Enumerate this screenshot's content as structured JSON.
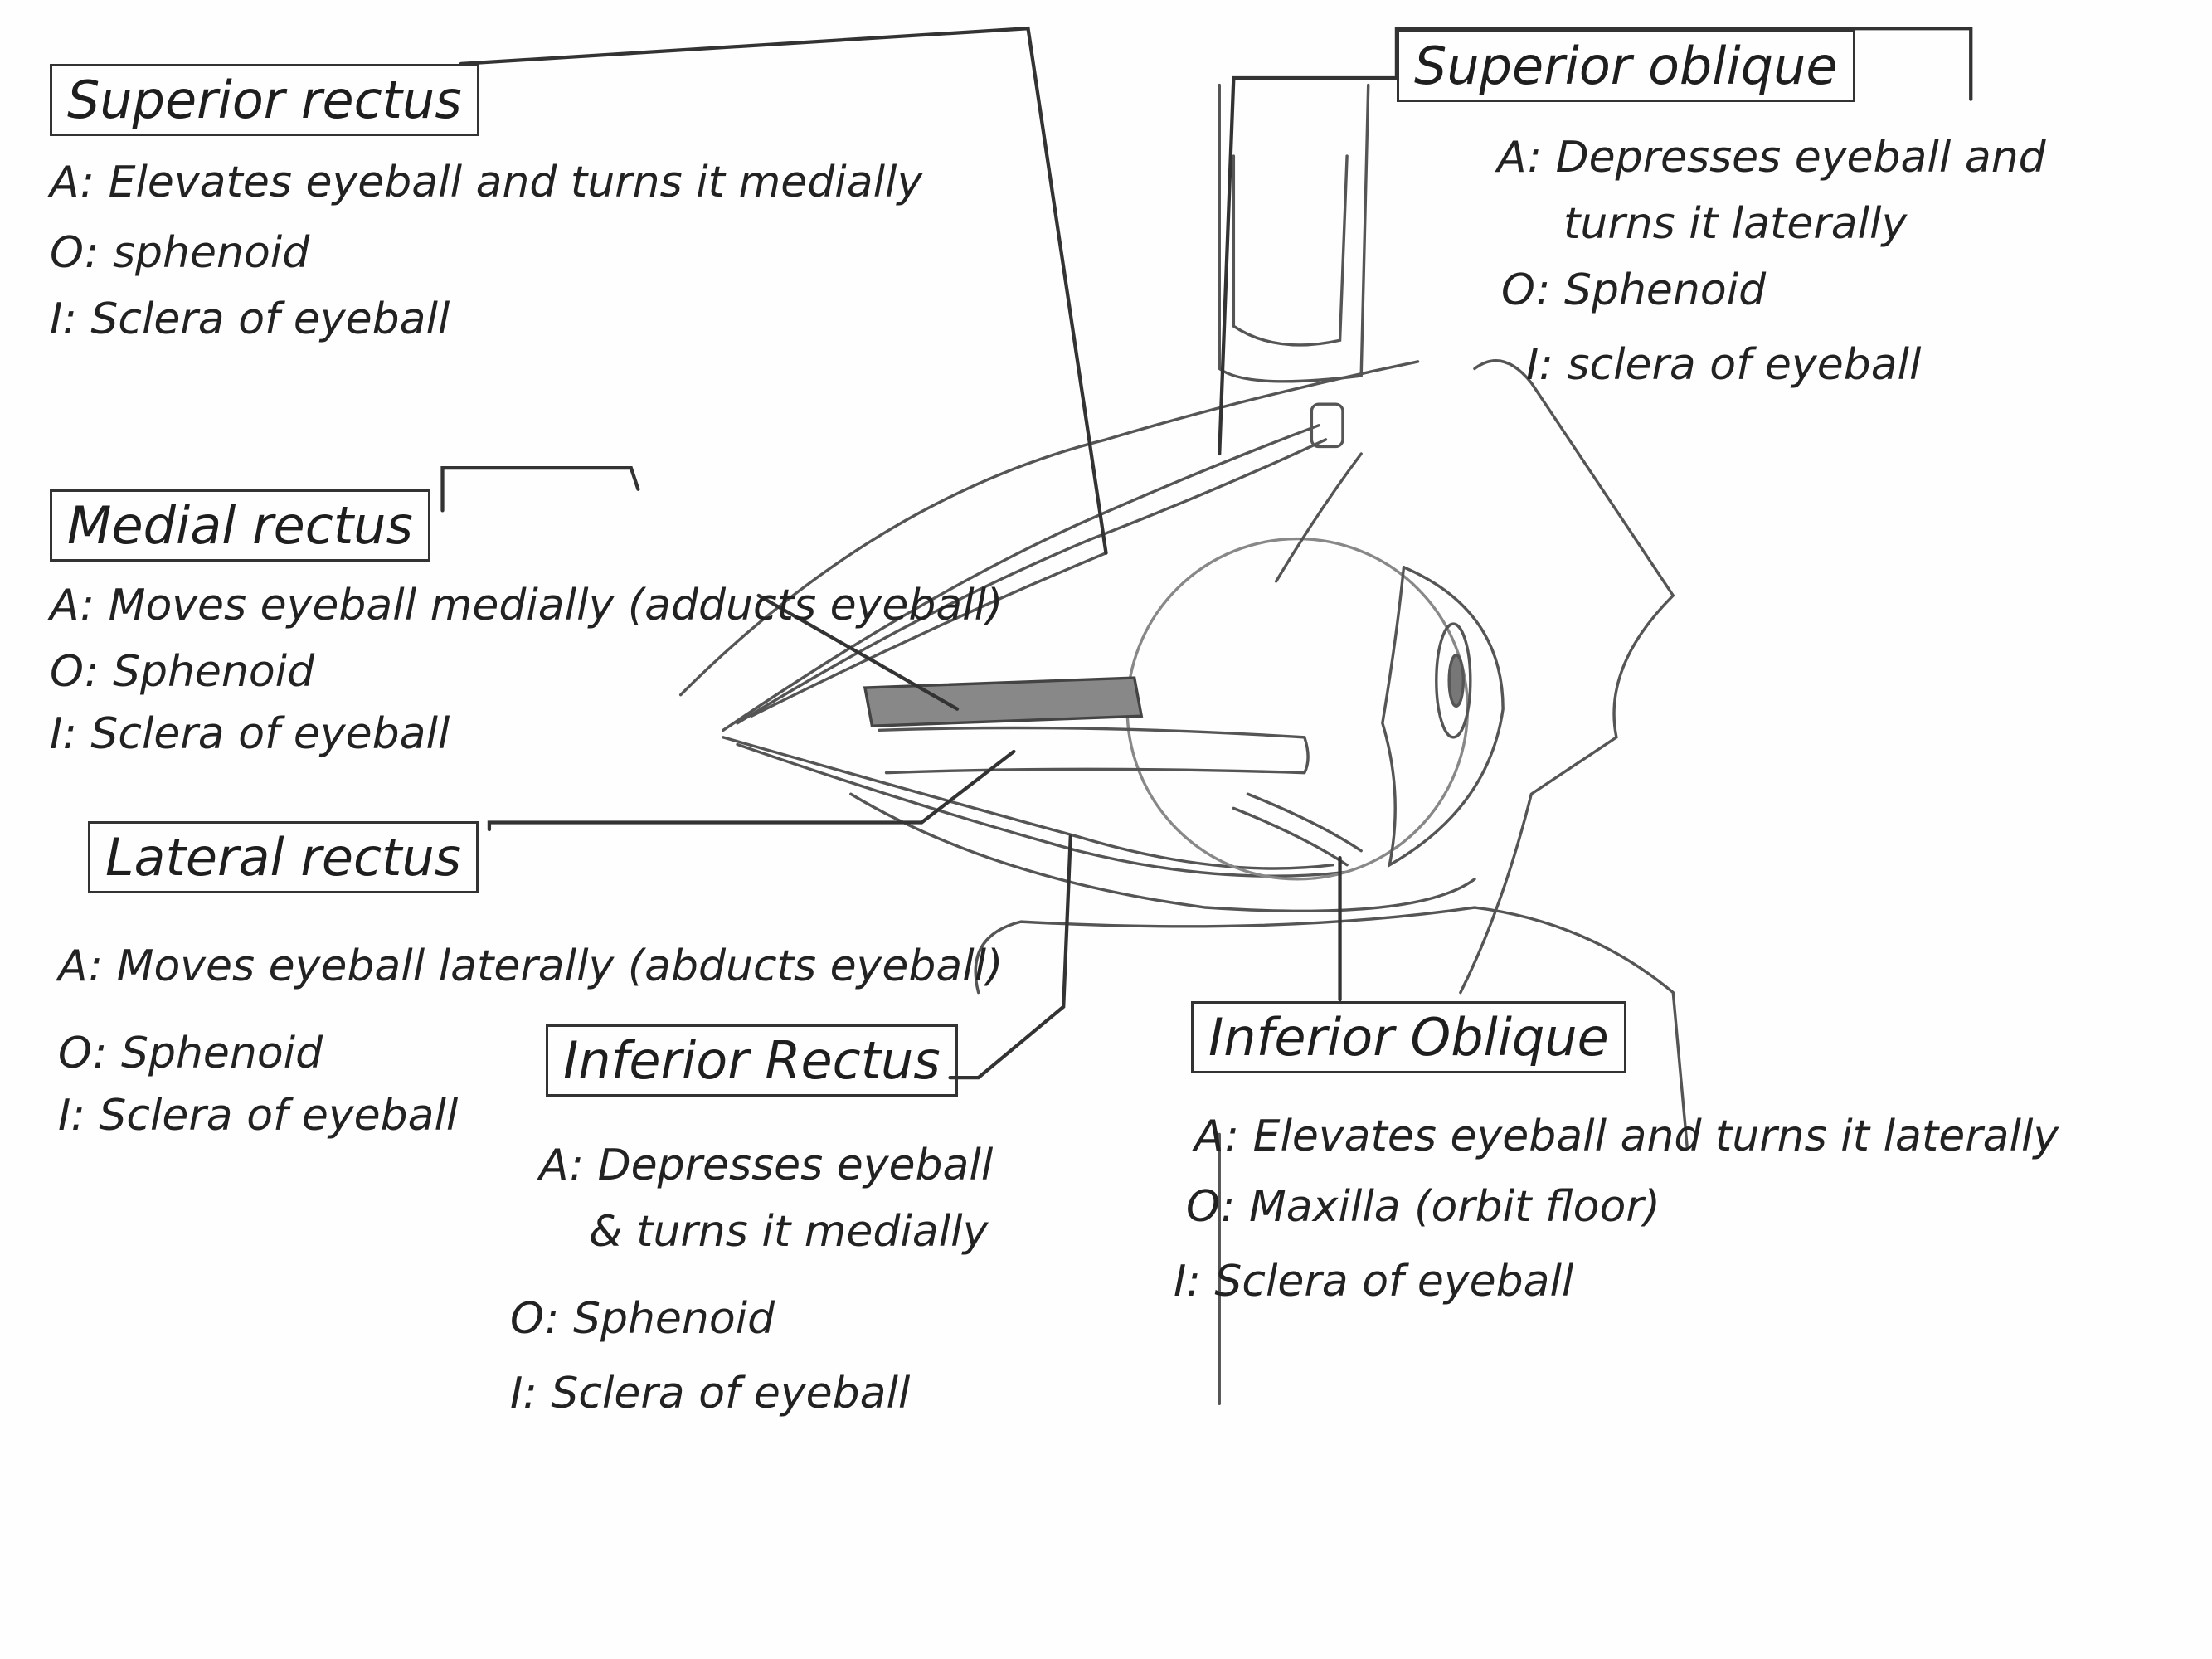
{
  "muscles": {
    "superior_rectus": {
      "title": "Superior rectus",
      "action": "A: Elevates eyeball and turns it medially",
      "origin": "O: sphenoid",
      "insertion": "I: Sclera of eyeball"
    },
    "medial_rectus": {
      "title": "Medial rectus",
      "action": "A: Moves eyeball medially (adducts eyeball)",
      "origin": "O: Sphenoid",
      "insertion": "I: Sclera of eyeball"
    },
    "lateral_rectus": {
      "title": "Lateral rectus",
      "action": "A: Moves eyeball laterally (abducts eyeball)",
      "origin": "O: Sphenoid",
      "insertion": "I: Sclera of eyeball"
    },
    "inferior_rectus": {
      "title": "Inferior Rectus",
      "action": "A: Depresses eyeball",
      "action2": "& turns it medially",
      "origin": "O: Sphenoid",
      "insertion": "I: Sclera of eyeball"
    },
    "inferior_oblique": {
      "title": "Inferior Oblique",
      "action": "A: Elevates eyeball and turns it laterally",
      "origin": "O: Maxilla (orbit floor)",
      "insertion": "I: Sclera of eyeball"
    },
    "superior_oblique": {
      "title": "Superior oblique",
      "action": "A: Depresses eyeball and",
      "action2": "turns it laterally",
      "origin": "O: Sphenoid",
      "insertion": "I: sclera of eyeball"
    }
  }
}
